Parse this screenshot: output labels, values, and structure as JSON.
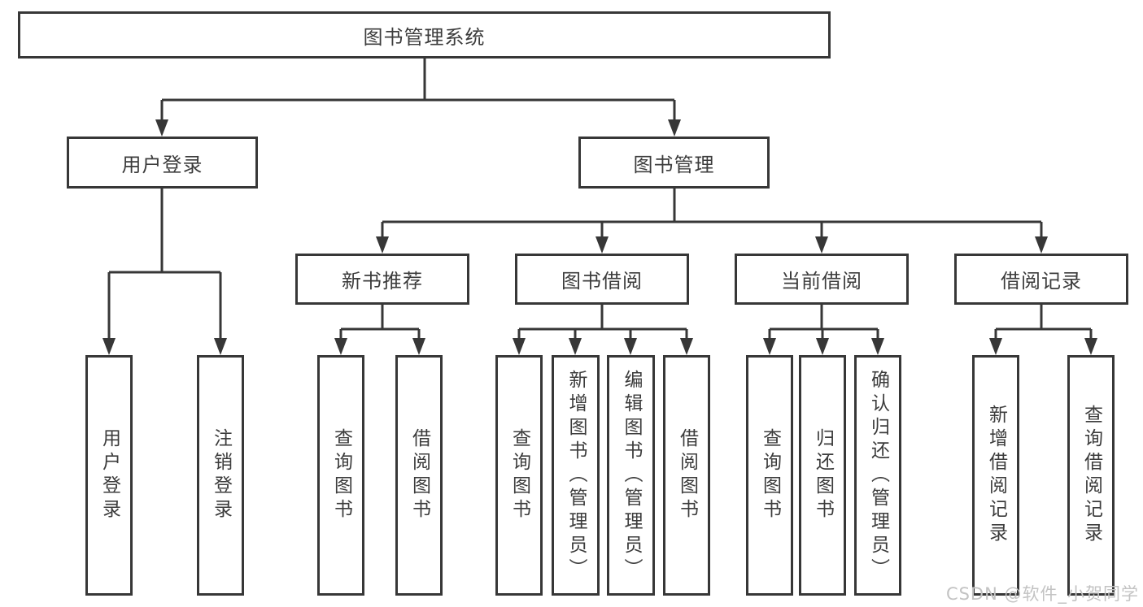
{
  "tree": {
    "root": "图书管理系统",
    "children": [
      {
        "label": "用户登录",
        "children": [
          "用户登录",
          "注销登录"
        ]
      },
      {
        "label": "图书管理",
        "children": [
          {
            "label": "新书推荐",
            "children": [
              "查询图书",
              "借阅图书"
            ]
          },
          {
            "label": "图书借阅",
            "children": [
              "查询图书",
              "新增图书（管理员）",
              "编辑图书（管理员）",
              "借阅图书"
            ]
          },
          {
            "label": "当前借阅",
            "children": [
              "查询图书",
              "归还图书",
              "确认归还（管理员）"
            ]
          },
          {
            "label": "借阅记录",
            "children": [
              "新增借阅记录",
              "查询借阅记录"
            ]
          }
        ]
      }
    ]
  },
  "watermark": "CSDN @软件_小贺同学",
  "colors": {
    "line": "#373737",
    "box_border": "#373737",
    "text": "#3c3c3c",
    "background": "#ffffff",
    "watermark": "#c3c3c3"
  }
}
